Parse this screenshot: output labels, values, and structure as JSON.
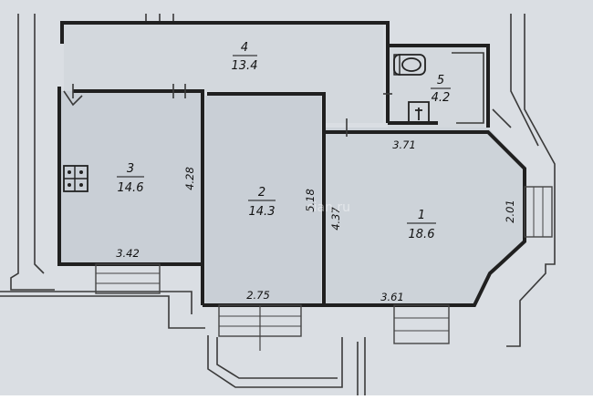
{
  "rooms": [
    {
      "number": "1",
      "area": "18.6"
    },
    {
      "number": "2",
      "area": "14.3"
    },
    {
      "number": "3",
      "area": "14.6"
    },
    {
      "number": "4",
      "area": "13.4"
    },
    {
      "number": "5",
      "area": "4.2"
    }
  ],
  "dimensions": {
    "room1_top": "3.71",
    "room1_bottom": "3.61",
    "room1_left": "4.37",
    "room1_right": "2.01",
    "room2_right": "5.18",
    "room2_bottom": "2.75",
    "room3_right": "4.28",
    "room3_bottom": "3.42"
  },
  "watermark": "cian.ru",
  "colors": {
    "paper": "#d9dde2",
    "wall": "#202020",
    "room": "#c7cdd4"
  }
}
